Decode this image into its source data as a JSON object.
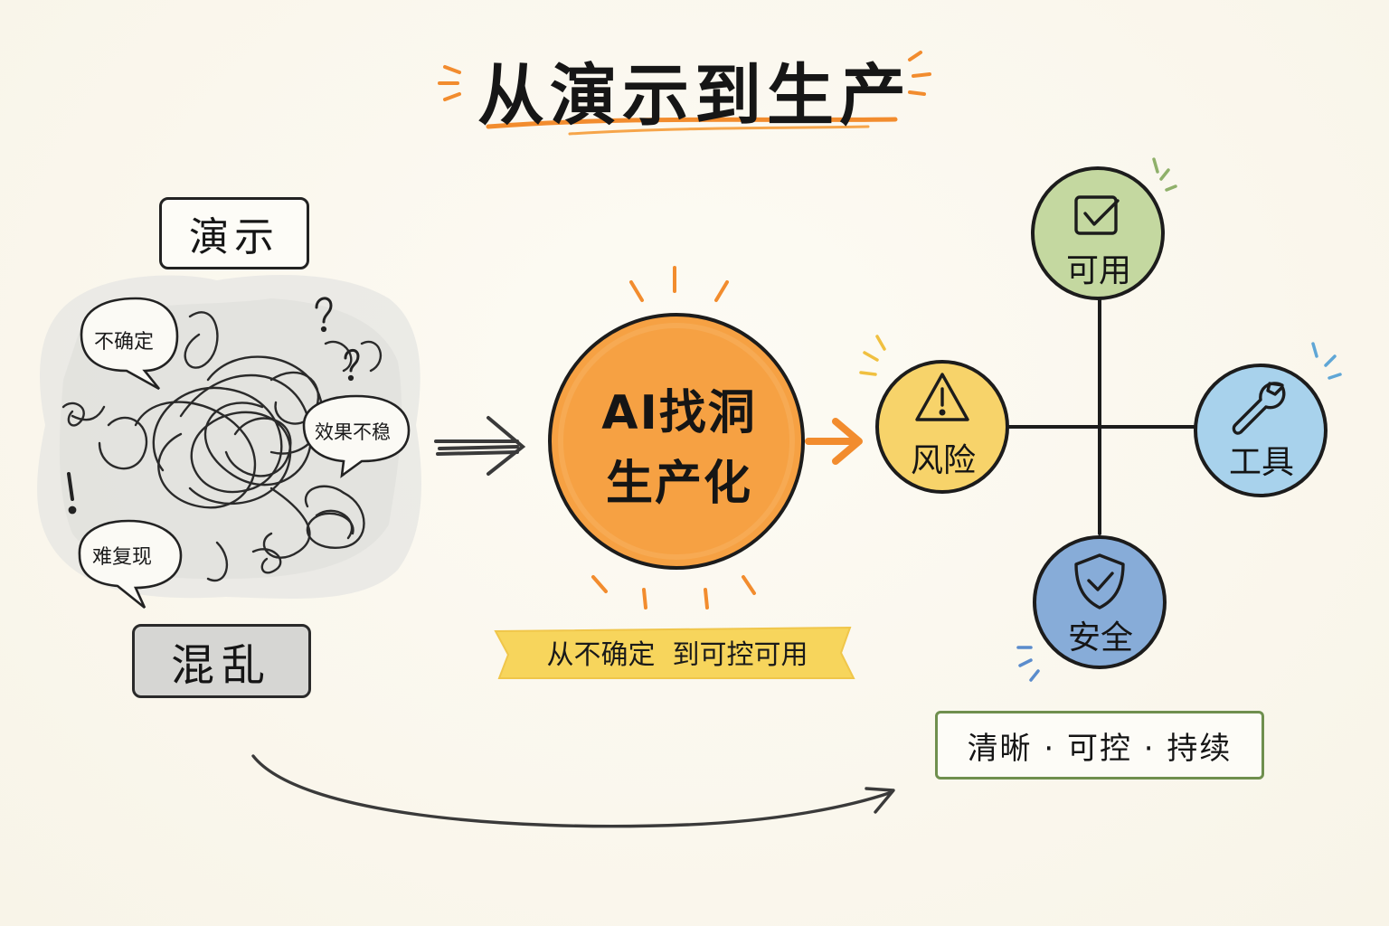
{
  "title": "从演示到生产",
  "left": {
    "demo_label": "演示",
    "chaos_label": "混乱",
    "bubbles": [
      "不确定",
      "效果不稳",
      "难复现"
    ],
    "marks": [
      "?",
      "?",
      "!"
    ]
  },
  "center": {
    "core_line1": "AI找洞",
    "core_line2": "生产化",
    "ribbon": "从不确定  到可控可用"
  },
  "right": {
    "risk": "风险",
    "available": "可用",
    "tools": "工具",
    "security": "安全",
    "motto": "清晰 · 可控 · 持续"
  },
  "colors": {
    "core": "#f6a143",
    "risk": "#f7d36a",
    "available": "#c4d8a0",
    "tools": "#a8d2ec",
    "security": "#87acd8",
    "ribbon": "#f7d55c",
    "accent_orange": "#f28c2e",
    "motto_border": "#6f8f4e"
  },
  "icons": {
    "risk": "warning-icon",
    "available": "checkbox-icon",
    "tools": "wrench-icon",
    "security": "shield-check-icon"
  }
}
